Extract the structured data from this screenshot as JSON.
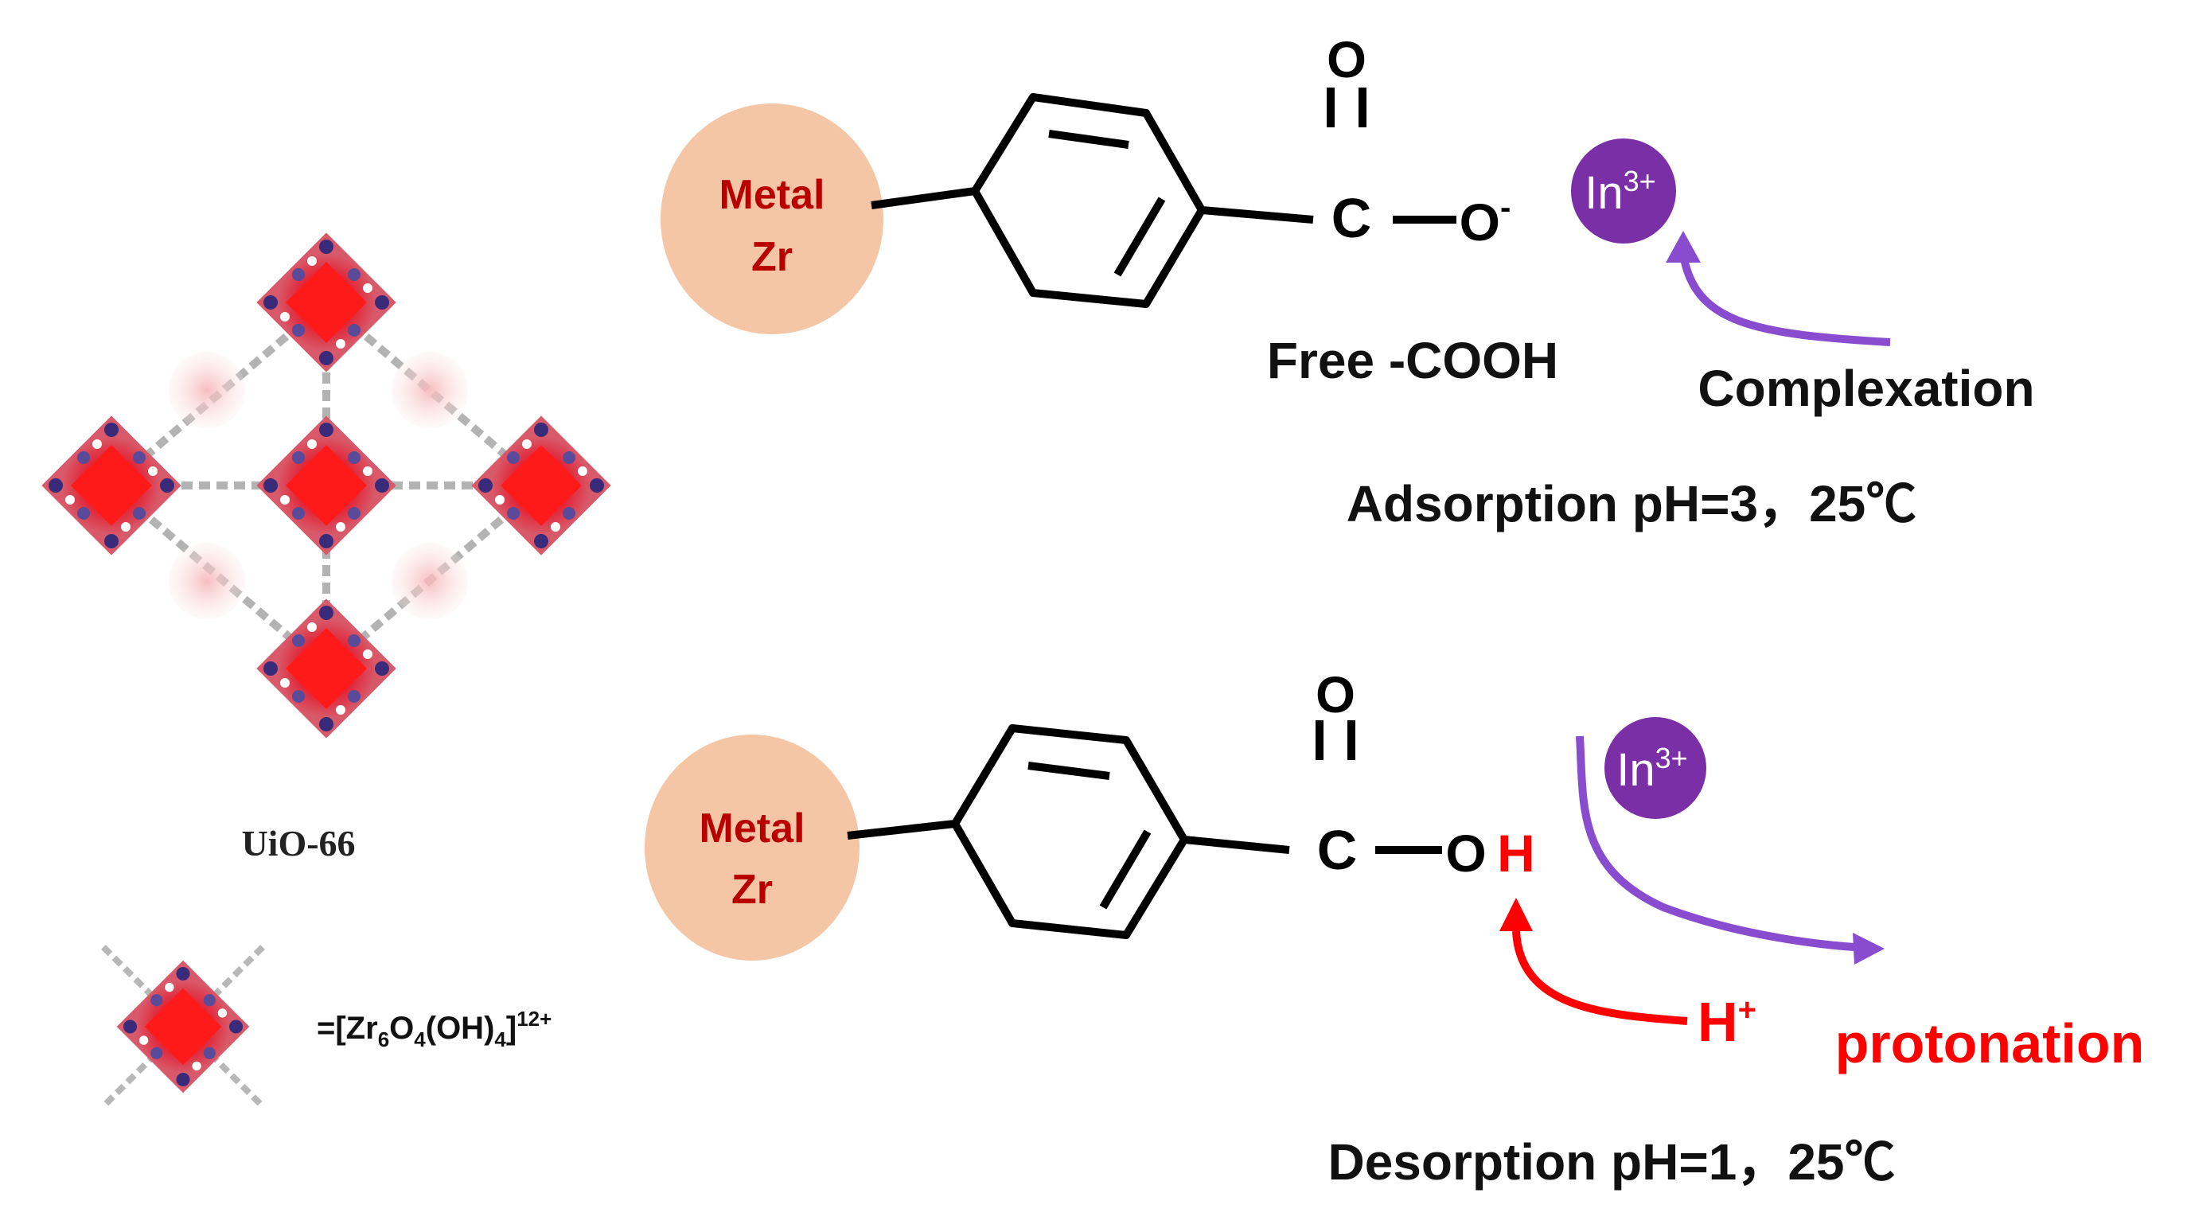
{
  "framework": {
    "name": "UiO-66",
    "cluster_formula": {
      "prefix": "=[Zr",
      "sub1": "6",
      "mid1": "O",
      "sub2": "4",
      "mid2": "(OH)",
      "sub3": "4",
      "close": "]",
      "charge": "12+"
    }
  },
  "adsorption": {
    "metal_line1": "Metal",
    "metal_line2": "Zr",
    "o_top": "O",
    "carbon": "C",
    "o_anion": "O",
    "o_charge": "-",
    "ion": "In",
    "ion_charge": "3+",
    "group_label": "Free -COOH",
    "mechanism": "Complexation",
    "condition": "Adsorption pH=3，25℃"
  },
  "desorption": {
    "metal_line1": "Metal",
    "metal_line2": "Zr",
    "o_top": "O",
    "carbon": "C",
    "o_hydroxyl": "O",
    "h_atom": "H",
    "ion": "In",
    "ion_charge": "3+",
    "proton": "H",
    "proton_charge": "+",
    "mechanism": "protonation",
    "condition": "Desorption pH=1，25℃"
  },
  "colors": {
    "metal_fill": "#f5c6a5",
    "metal_text": "#b80000",
    "ion_fill": "#7b2fa6",
    "complexation_arrow": "#8a4ccf",
    "protonation": "#ff0000",
    "bond": "#000000",
    "cluster_red": "#e0283a",
    "cluster_node": "#3a2b7a"
  }
}
